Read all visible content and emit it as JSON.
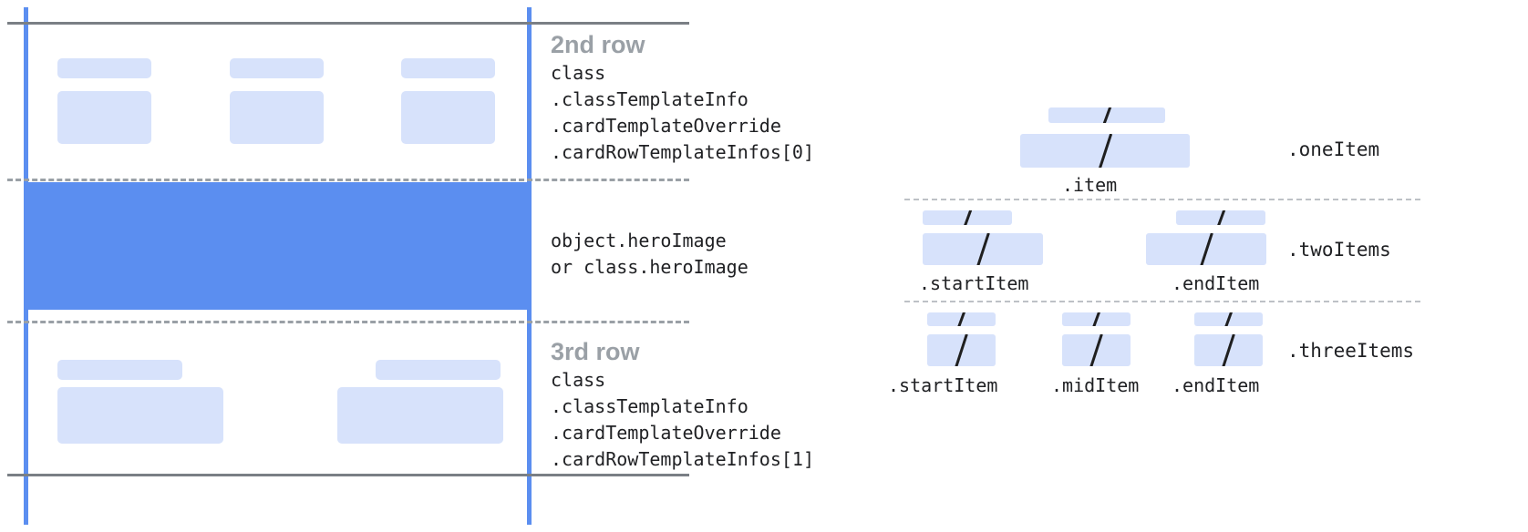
{
  "diagram": {
    "title": "Card template row structure diagram",
    "colors": {
      "block_fill": "#d7e2fb",
      "hero_fill": "#5b8ef0",
      "rule": "#7a7f85",
      "dashed_rule": "#9aa0a6",
      "guide_line": "#5b8ef0",
      "heading_text": "#9aa0a6",
      "code_text": "#202124",
      "slash": "#1f1f1f"
    }
  },
  "card": {
    "rows": [
      {
        "id": "second-row",
        "heading": "2nd row",
        "code_lines": [
          "class",
          ".classTemplateInfo",
          ".cardTemplateOverride",
          ".cardRowTemplateInfos[0]"
        ],
        "columns": 3
      },
      {
        "id": "hero-row",
        "heading": "",
        "code_lines": [
          "object.heroImage",
          "or class.heroImage"
        ],
        "columns": 0
      },
      {
        "id": "third-row",
        "heading": "3rd row",
        "code_lines": [
          "class",
          ".classTemplateInfo",
          ".cardTemplateOverride",
          ".cardRowTemplateInfos[1]"
        ],
        "columns": 2
      }
    ]
  },
  "item_groups": [
    {
      "id": "one-item",
      "label": ".oneItem",
      "items": [
        {
          "caption": ".item",
          "glyph": "/"
        }
      ]
    },
    {
      "id": "two-items",
      "label": ".twoItems",
      "items": [
        {
          "caption": ".startItem",
          "glyph": "/"
        },
        {
          "caption": ".endItem",
          "glyph": "/"
        }
      ]
    },
    {
      "id": "three-items",
      "label": ".threeItems",
      "items": [
        {
          "caption": ".startItem",
          "glyph": "/"
        },
        {
          "caption": ".midItem",
          "glyph": "/"
        },
        {
          "caption": ".endItem",
          "glyph": "/"
        }
      ]
    }
  ]
}
